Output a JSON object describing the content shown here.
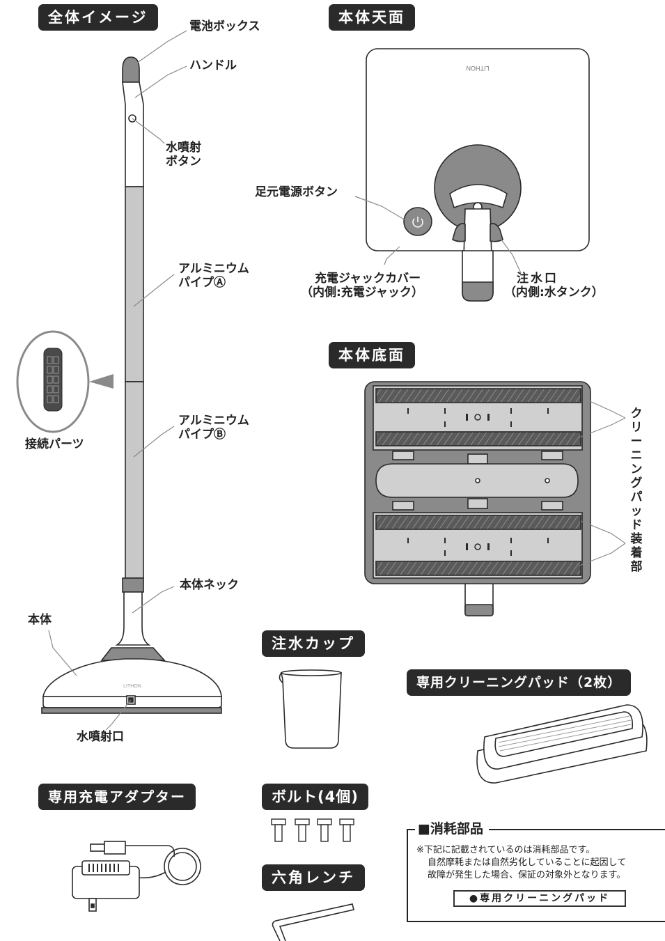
{
  "sections": {
    "overall": "全体イメージ",
    "top": "本体天面",
    "bottom": "本体底面",
    "cup": "注水カップ",
    "pad": "専用クリーニングパッド（2枚）",
    "adapter": "専用充電アダプター",
    "bolt": "ボルト(4個)",
    "wrench": "六角レンチ"
  },
  "labels": {
    "battery_box": "電池ボックス",
    "handle": "ハンドル",
    "spray_button_l1": "水噴射",
    "spray_button_l2": "ボタン",
    "pipe_a_l1": "アルミニウム",
    "pipe_a_l2": "パイプⒶ",
    "pipe_b_l1": "アルミニウム",
    "pipe_b_l2": "パイプⒷ",
    "connector": "接続パーツ",
    "neck": "本体ネック",
    "body": "本体",
    "spray_outlet": "水噴射口",
    "power_button": "足元電源ボタン",
    "charge_cover_l1": "充電ジャックカバー",
    "charge_cover_l2": "（内側:充電ジャック）",
    "water_inlet_l1": "注水口",
    "water_inlet_l2": "（内側:水タンク）",
    "pad_mount": "クリーニングパッド装着部"
  },
  "brand": {
    "logo_top": "LITHON",
    "logo_body": "LITHON"
  },
  "consumables": {
    "title": "■消耗部品",
    "note_l1": "※下記に記載されているのは消耗部品です。",
    "note_l2": "自然摩耗または自然劣化していることに起因して",
    "note_l3": "故障が発生した場合、保証の対象外となります。",
    "item": "●専用クリーニングパッド"
  },
  "colors": {
    "ink": "#2a2a2a",
    "gray": "#8a8a8a",
    "light_gray": "#cfcfcf",
    "pad_dark": "#555555"
  }
}
